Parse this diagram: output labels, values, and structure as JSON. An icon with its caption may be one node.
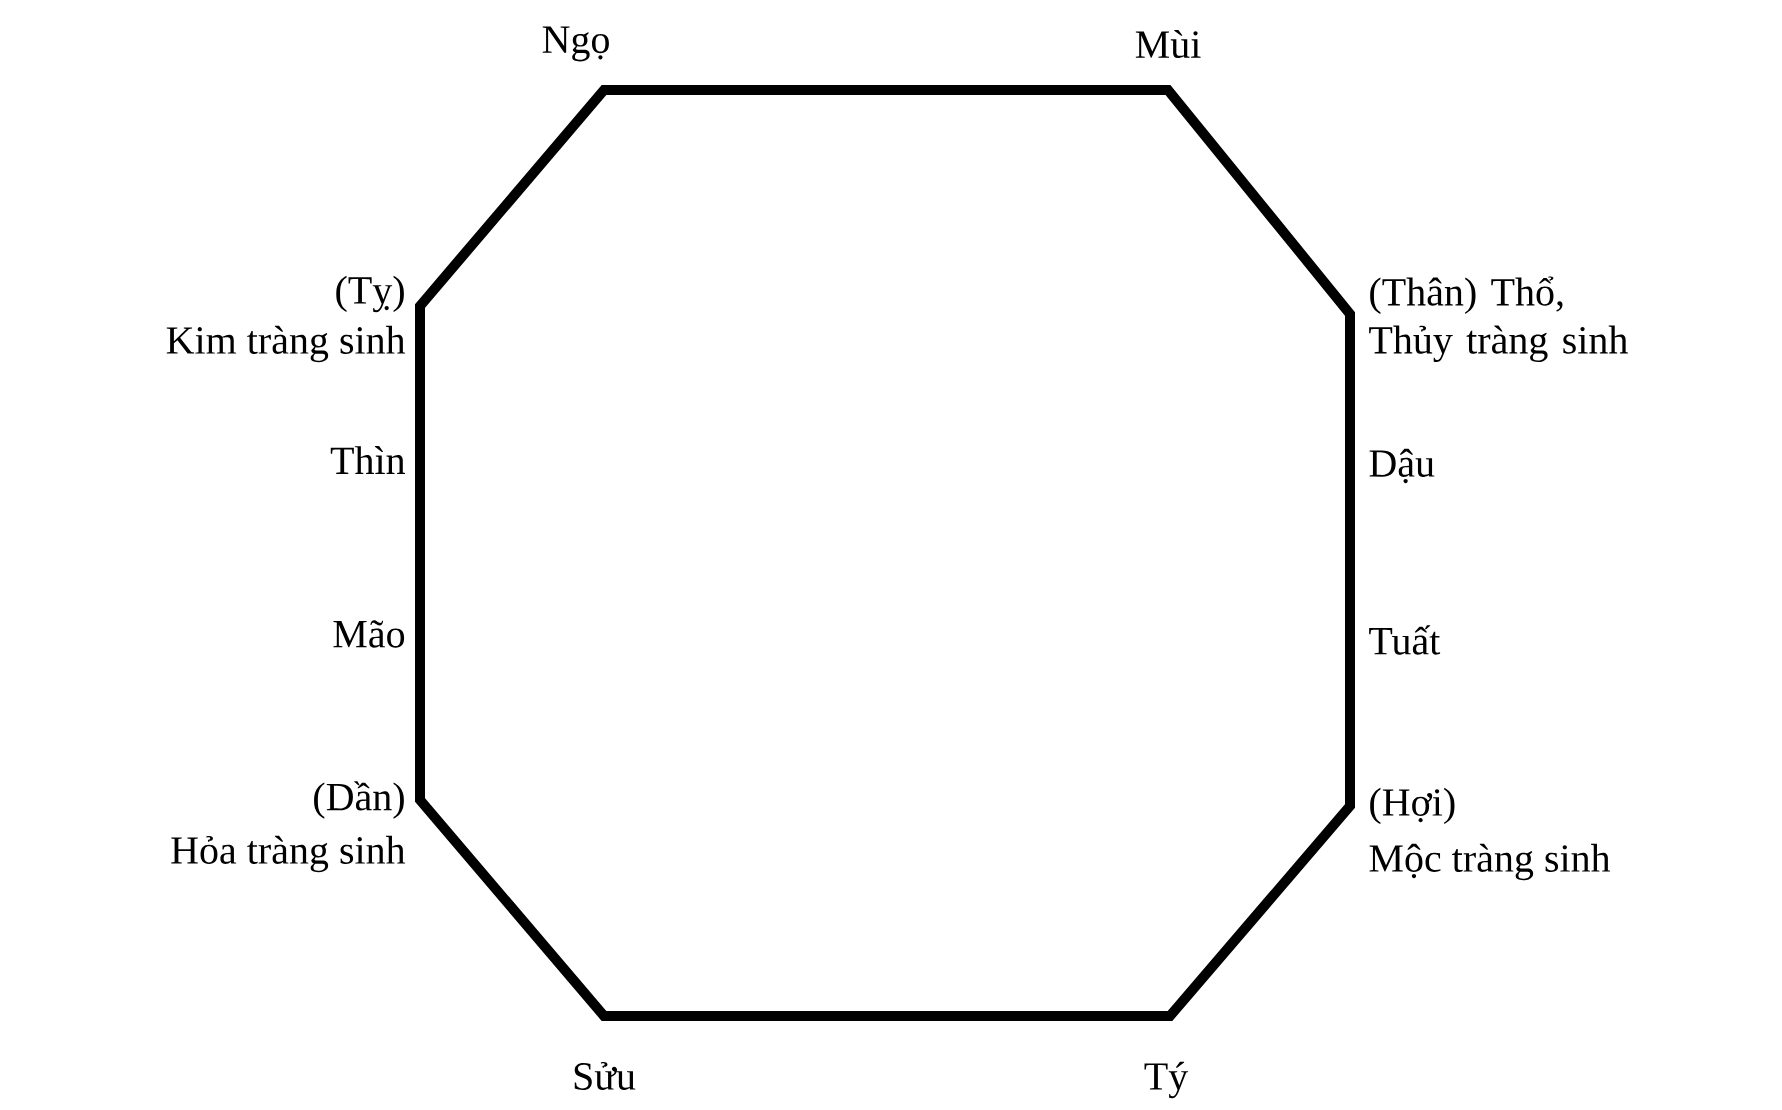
{
  "diagram": {
    "nodes": [
      {
        "text": [],
        "shape": "octagon",
        "beside": [
          "Ngọ",
          "Mùi",
          "(Tỵ)",
          "Kim tràng sinh",
          "(Thân) Thổ, Thủy tràng sinh",
          "Thìn",
          "Dậu",
          "Mão",
          "Tuất",
          "(Dần)",
          "Hỏa tràng sinh",
          "(Hợi)",
          "Mộc tràng sinh",
          "Sửu",
          "Tý"
        ]
      }
    ]
  }
}
